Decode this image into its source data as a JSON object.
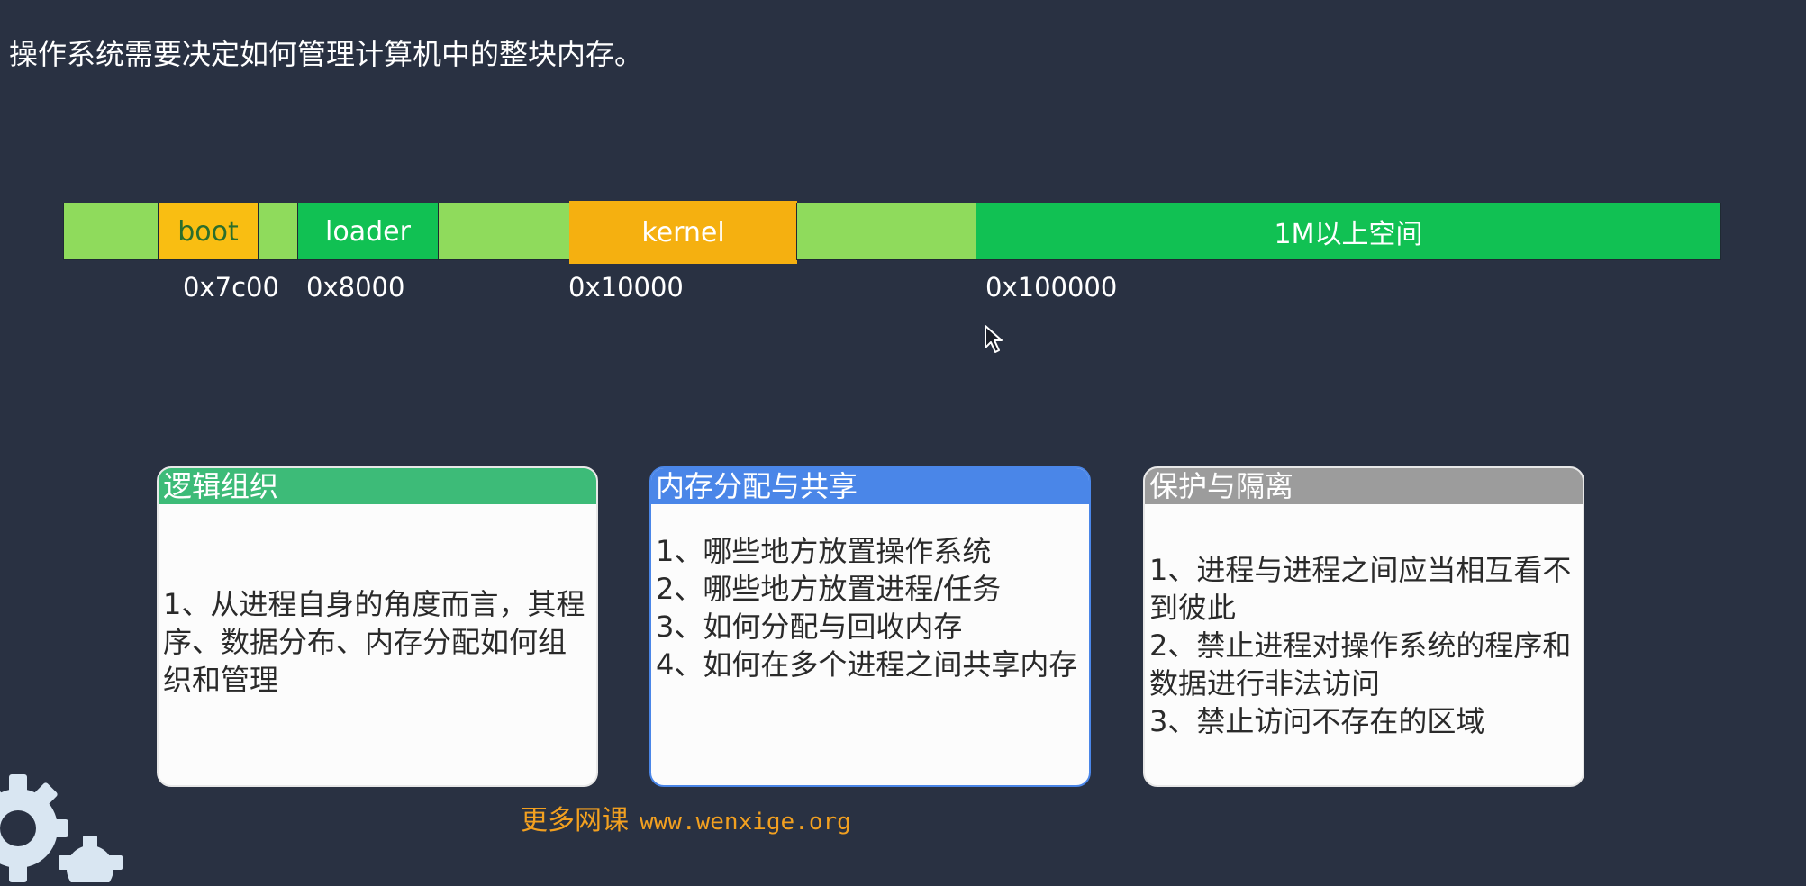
{
  "title": "操作系统需要决定如何管理计算机中的整块内存。",
  "memory_map": {
    "segments": [
      {
        "label": "",
        "shade": "light"
      },
      {
        "label": "boot",
        "shade": "boot"
      },
      {
        "label": "",
        "shade": "light"
      },
      {
        "label": "loader",
        "shade": "dark"
      },
      {
        "label": "",
        "shade": "light"
      },
      {
        "label": "kernel",
        "shade": "kernel"
      },
      {
        "label": "",
        "shade": "light"
      },
      {
        "label": "1M以上空间",
        "shade": "dark"
      }
    ],
    "addresses": [
      "0x7c00",
      "0x8000",
      "0x10000",
      "0x100000"
    ]
  },
  "cards": [
    {
      "heading": "逻辑组织",
      "color": "#3dbb78",
      "lines": [
        "1、从进程自身的角度而言，其程序、数据分布、内存分配如何组织和管理"
      ]
    },
    {
      "heading": "内存分配与共享",
      "color": "#4a86e8",
      "lines": [
        "1、哪些地方放置操作系统",
        "2、哪些地方放置进程/任务",
        "3、如何分配与回收内存",
        "4、如何在多个进程之间共享内存"
      ]
    },
    {
      "heading": "保护与隔离",
      "color": "#9c9c9c",
      "lines": [
        "1、进程与进程之间应当相互看不到彼此",
        "2、禁止进程对操作系统的程序和数据进行非法访问",
        "3、禁止访问不存在的区域"
      ]
    }
  ],
  "watermark": {
    "prefix": "更多网课",
    "url": "www.wenxige.org"
  },
  "colors": {
    "background": "#293142",
    "segment_light": "#8fdb5c",
    "segment_dark": "#11c153",
    "segment_boot": "#f9be12",
    "segment_kernel": "#f5b010",
    "watermark": "#f2a020"
  }
}
